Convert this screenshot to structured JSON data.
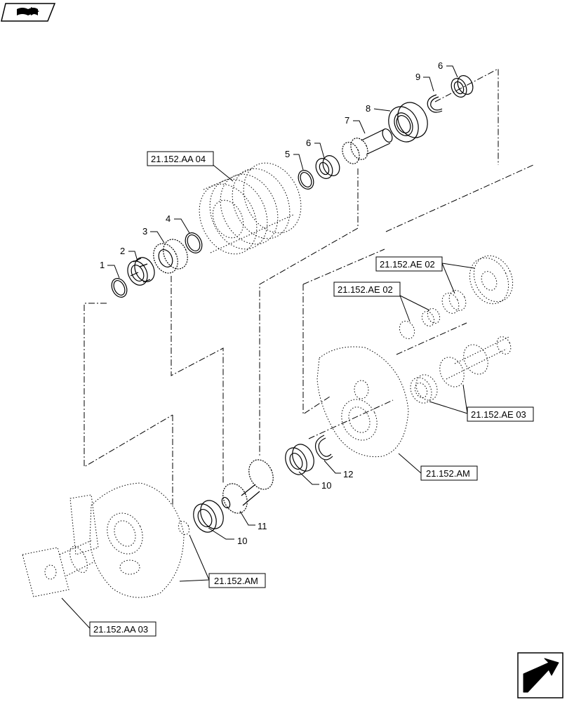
{
  "parts": [
    {
      "id": "p1",
      "number": "1"
    },
    {
      "id": "p2",
      "number": "2"
    },
    {
      "id": "p3",
      "number": "3"
    },
    {
      "id": "p4",
      "number": "4"
    },
    {
      "id": "p5",
      "number": "5"
    },
    {
      "id": "p6a",
      "number": "6"
    },
    {
      "id": "p7",
      "number": "7"
    },
    {
      "id": "p8",
      "number": "8"
    },
    {
      "id": "p9",
      "number": "9"
    },
    {
      "id": "p6b",
      "number": "6"
    },
    {
      "id": "p10a",
      "number": "10"
    },
    {
      "id": "p10b",
      "number": "10"
    },
    {
      "id": "p11",
      "number": "11"
    },
    {
      "id": "p12",
      "number": "12"
    }
  ],
  "references": {
    "aa04": "21.152.AA 04",
    "ae02_top": "21.152.AE 02",
    "ae02_mid": "21.152.AE 02",
    "ae03": "21.152.AE 03",
    "am_right": "21.152.AM",
    "am_left": "21.152.AM",
    "aa03": "21.152.AA 03"
  },
  "icons": {
    "top_left": "book-icon",
    "bottom_right": "next-page-arrow-icon"
  }
}
